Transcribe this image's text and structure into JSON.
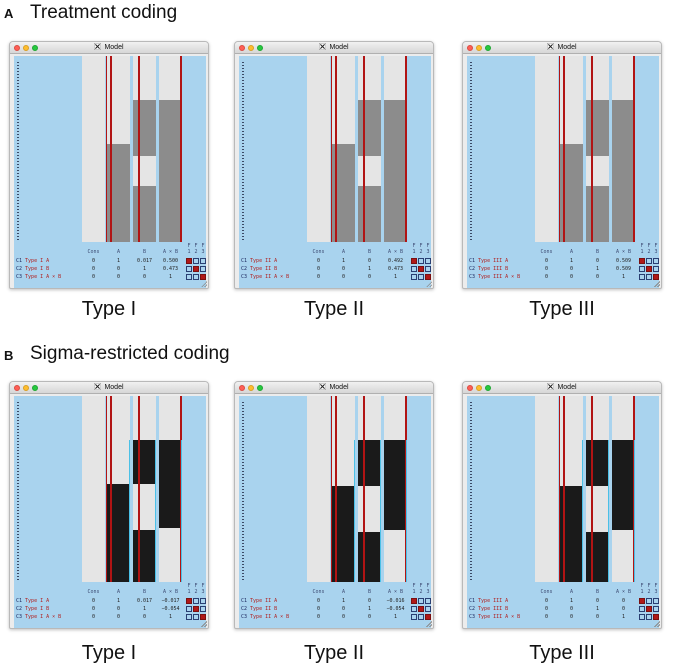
{
  "sections": [
    {
      "letter": "A",
      "title": "Treatment coding"
    },
    {
      "letter": "B",
      "title": "Sigma-restricted coding"
    }
  ],
  "window_title": "Model",
  "icons": {
    "window_app": "x11-icon",
    "close": "close-dot-icon",
    "minimize": "minimize-dot-icon",
    "maximize": "maximize-dot-icon",
    "resize": "resize-grip-icon"
  },
  "colors": {
    "treatment_fill": "#8c8c8c",
    "sigma_fill": "#1a1a1a",
    "window_bg": "#a9d3ee",
    "column_line": "#b11414"
  },
  "col_headers": [
    "Cons",
    "A",
    "B",
    "A × B"
  ],
  "f_headers": [
    "F",
    "F",
    "F"
  ],
  "f_numbers": [
    "1",
    "2",
    "3"
  ],
  "windows": [
    {
      "caption": "Type I",
      "rows": [
        {
          "code": "C1",
          "name": "Type I A",
          "v": [
            "0",
            "1",
            "0.017",
            "0.500"
          ],
          "f": [
            true,
            false,
            false
          ]
        },
        {
          "code": "C2",
          "name": "Type I B",
          "v": [
            "0",
            "0",
            "1",
            "0.473"
          ],
          "f": [
            false,
            true,
            false
          ]
        },
        {
          "code": "C3",
          "name": "Type I A × B",
          "v": [
            "0",
            "0",
            "0",
            "1"
          ],
          "f": [
            false,
            false,
            true
          ]
        }
      ]
    },
    {
      "caption": "Type II",
      "rows": [
        {
          "code": "C1",
          "name": "Type II A",
          "v": [
            "0",
            "1",
            "0",
            "0.492"
          ],
          "f": [
            true,
            false,
            false
          ]
        },
        {
          "code": "C2",
          "name": "Type II B",
          "v": [
            "0",
            "0",
            "1",
            "0.473"
          ],
          "f": [
            false,
            true,
            false
          ]
        },
        {
          "code": "C3",
          "name": "Type II A × B",
          "v": [
            "0",
            "0",
            "0",
            "1"
          ],
          "f": [
            false,
            false,
            true
          ]
        }
      ]
    },
    {
      "caption": "Type III",
      "rows": [
        {
          "code": "C1",
          "name": "Type III A",
          "v": [
            "0",
            "1",
            "0",
            "0.509"
          ],
          "f": [
            true,
            false,
            false
          ]
        },
        {
          "code": "C2",
          "name": "Type III B",
          "v": [
            "0",
            "0",
            "1",
            "0.509"
          ],
          "f": [
            false,
            true,
            false
          ]
        },
        {
          "code": "C3",
          "name": "Type III A × B",
          "v": [
            "0",
            "0",
            "0",
            "1"
          ],
          "f": [
            false,
            false,
            true
          ]
        }
      ]
    },
    {
      "caption": "Type I",
      "rows": [
        {
          "code": "C1",
          "name": "Type I A",
          "v": [
            "0",
            "1",
            "0.017",
            "−0.017"
          ],
          "f": [
            true,
            false,
            false
          ]
        },
        {
          "code": "C2",
          "name": "Type I B",
          "v": [
            "0",
            "0",
            "1",
            "−0.054"
          ],
          "f": [
            false,
            true,
            false
          ]
        },
        {
          "code": "C3",
          "name": "Type I A × B",
          "v": [
            "0",
            "0",
            "0",
            "1"
          ],
          "f": [
            false,
            false,
            true
          ]
        }
      ]
    },
    {
      "caption": "Type II",
      "rows": [
        {
          "code": "C1",
          "name": "Type II A",
          "v": [
            "0",
            "1",
            "0",
            "−0.016"
          ],
          "f": [
            true,
            false,
            false
          ]
        },
        {
          "code": "C2",
          "name": "Type II B",
          "v": [
            "0",
            "0",
            "1",
            "−0.054"
          ],
          "f": [
            false,
            true,
            false
          ]
        },
        {
          "code": "C3",
          "name": "Type II A × B",
          "v": [
            "0",
            "0",
            "0",
            "1"
          ],
          "f": [
            false,
            false,
            true
          ]
        }
      ]
    },
    {
      "caption": "Type III",
      "rows": [
        {
          "code": "C1",
          "name": "Type III A",
          "v": [
            "0",
            "1",
            "0",
            "0"
          ],
          "f": [
            true,
            false,
            false
          ]
        },
        {
          "code": "C2",
          "name": "Type III B",
          "v": [
            "0",
            "0",
            "1",
            "0"
          ],
          "f": [
            false,
            true,
            false
          ]
        },
        {
          "code": "C3",
          "name": "Type III A × B",
          "v": [
            "0",
            "0",
            "0",
            "1"
          ],
          "f": [
            false,
            false,
            true
          ]
        }
      ]
    }
  ]
}
